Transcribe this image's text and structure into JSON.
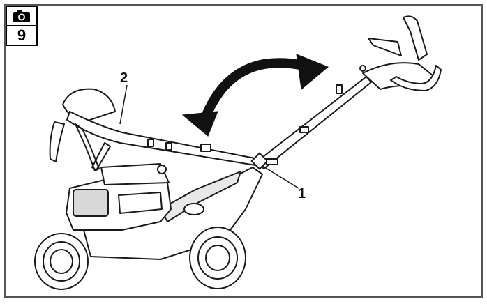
{
  "figure": {
    "number": "9",
    "icon": "camera-icon"
  },
  "callouts": [
    {
      "label": "1"
    },
    {
      "label": "2"
    }
  ],
  "colors": {
    "line": "#1a1a1a",
    "frame": "#555555",
    "background": "#ffffff"
  }
}
